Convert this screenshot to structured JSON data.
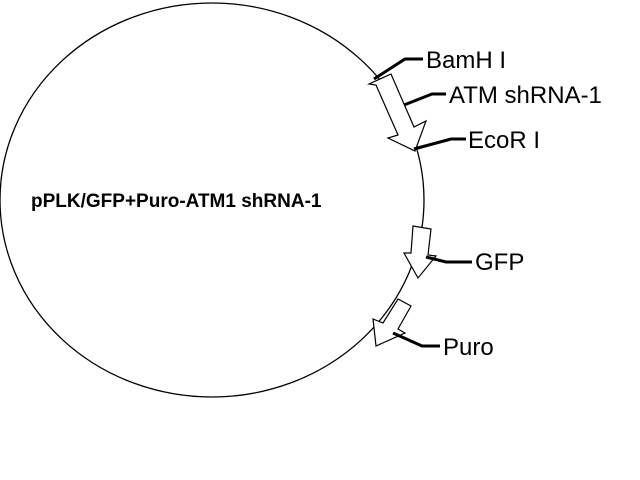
{
  "plasmid": {
    "name": "pPLK/GFP+Puro-ATM1 shRNA-1"
  },
  "features": {
    "bamh1": "BamH I",
    "atm_shrna": "ATM shRNA-1",
    "ecor1": "EcoR I",
    "gfp": "GFP",
    "puro": "Puro"
  },
  "colors": {
    "line": "#000000",
    "background": "#ffffff"
  }
}
